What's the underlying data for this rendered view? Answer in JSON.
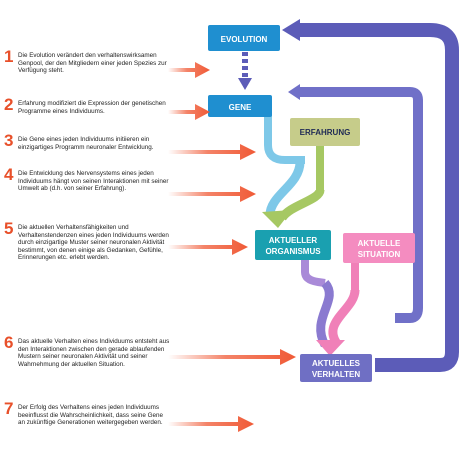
{
  "steps": [
    {
      "number": "1",
      "text": "Die Evolution verändert den verhaltenswirksamen Genpool, der den Mitgliedern einer jeden Spezies zur Verfügung steht."
    },
    {
      "number": "2",
      "text": "Erfahrung modifiziert die Expression der genetischen Programme eines Individuums."
    },
    {
      "number": "3",
      "text": "Die Gene eines jeden Individuums initiieren ein einzigartiges Programm neuronaler Entwicklung."
    },
    {
      "number": "4",
      "text": "Die Entwicklung des Nervensystems eines jeden Individuums hängt von seinen Interaktionen mit seiner Umwelt ab (d.h. von seiner Erfahrung)."
    },
    {
      "number": "5",
      "text": "Die aktuellen Verhaltensfähigkeiten und Verhaltenstendenzen eines jeden Individuums werden durch einzigartige Muster seiner neuronalen Aktivität bestimmt, von denen einige als Gedanken, Gefühle, Erinnerungen etc. erlebt werden."
    },
    {
      "number": "6",
      "text": "Das aktuelle Verhalten eines Individuums entsteht aus den Interaktionen zwischen den gerade ablaufenden Mustern seiner neuronalen Aktivität und seiner Wahrnehmung der aktuellen Situation."
    },
    {
      "number": "7",
      "text": "Der Erfolg des Verhaltens eines jeden Individuums beeinflusst die Wahrscheinlichkeit, dass seine Gene an zukünftige Generationen weitergegeben werden."
    }
  ],
  "boxes": {
    "evolution": "EVOLUTION",
    "gene": "GENE",
    "erfahrung": "ERFAHRUNG",
    "organismus_line1": "AKTUELLER",
    "organismus_line2": "ORGANISMUS",
    "situation_line1": "AKTUELLE",
    "situation_line2": "SITUATION",
    "verhalten_line1": "AKTUELLES",
    "verhalten_line2": "VERHALTEN"
  },
  "colors": {
    "number": "#e8502a",
    "arrow_red": "#f05a36",
    "box_blue": "#1f8fd0",
    "box_teal": "#1aa0b0",
    "box_purple": "#6f6fc4",
    "box_olive": "#c6cc8a",
    "loop_purple": "#6868c0",
    "tube_blue": "#7ec8e8",
    "tube_green": "#a6c863",
    "tube_pink": "#f080b8",
    "tube_purple": "#8a7ad0"
  }
}
